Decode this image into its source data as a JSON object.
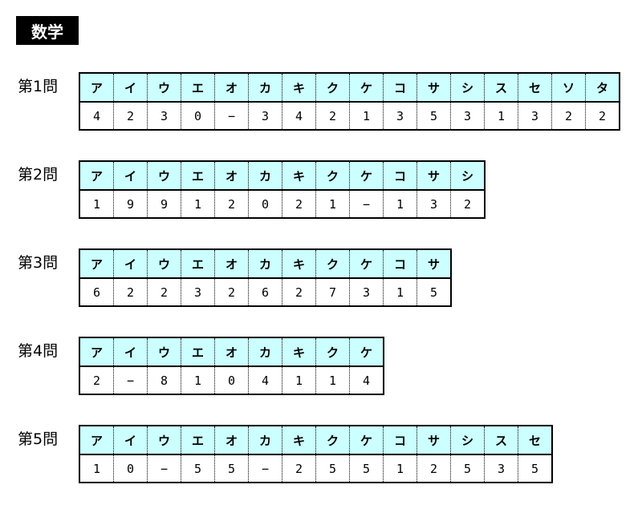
{
  "subject": "数学",
  "questions": [
    {
      "label": "第1問",
      "headers": [
        "ア",
        "イ",
        "ウ",
        "エ",
        "オ",
        "カ",
        "キ",
        "ク",
        "ケ",
        "コ",
        "サ",
        "シ",
        "ス",
        "セ",
        "ソ",
        "タ"
      ],
      "values": [
        "4",
        "2",
        "3",
        "0",
        "−",
        "3",
        "4",
        "2",
        "1",
        "3",
        "5",
        "3",
        "1",
        "3",
        "2",
        "2"
      ]
    },
    {
      "label": "第2問",
      "headers": [
        "ア",
        "イ",
        "ウ",
        "エ",
        "オ",
        "カ",
        "キ",
        "ク",
        "ケ",
        "コ",
        "サ",
        "シ"
      ],
      "values": [
        "1",
        "9",
        "9",
        "1",
        "2",
        "0",
        "2",
        "1",
        "−",
        "1",
        "3",
        "2"
      ]
    },
    {
      "label": "第3問",
      "headers": [
        "ア",
        "イ",
        "ウ",
        "エ",
        "オ",
        "カ",
        "キ",
        "ク",
        "ケ",
        "コ",
        "サ"
      ],
      "values": [
        "6",
        "2",
        "2",
        "3",
        "2",
        "6",
        "2",
        "7",
        "3",
        "1",
        "5"
      ]
    },
    {
      "label": "第4問",
      "headers": [
        "ア",
        "イ",
        "ウ",
        "エ",
        "オ",
        "カ",
        "キ",
        "ク",
        "ケ"
      ],
      "values": [
        "2",
        "−",
        "8",
        "1",
        "0",
        "4",
        "1",
        "1",
        "4"
      ]
    },
    {
      "label": "第5問",
      "headers": [
        "ア",
        "イ",
        "ウ",
        "エ",
        "オ",
        "カ",
        "キ",
        "ク",
        "ケ",
        "コ",
        "サ",
        "シ",
        "ス",
        "セ"
      ],
      "values": [
        "1",
        "0",
        "−",
        "5",
        "5",
        "−",
        "2",
        "5",
        "5",
        "1",
        "2",
        "5",
        "3",
        "5"
      ]
    }
  ]
}
